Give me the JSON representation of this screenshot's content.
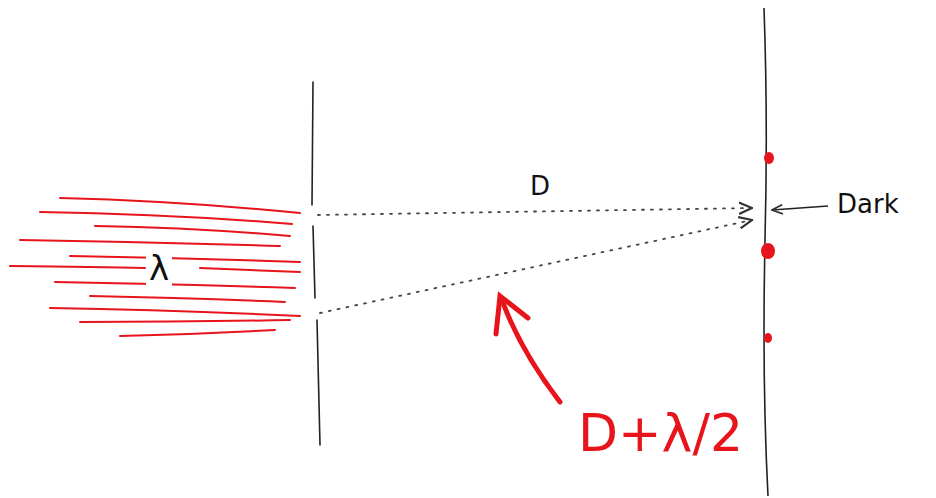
{
  "diagram": {
    "labels": [
      "λ",
      "D",
      "Dark",
      "D+λ/2"
    ]
  }
}
